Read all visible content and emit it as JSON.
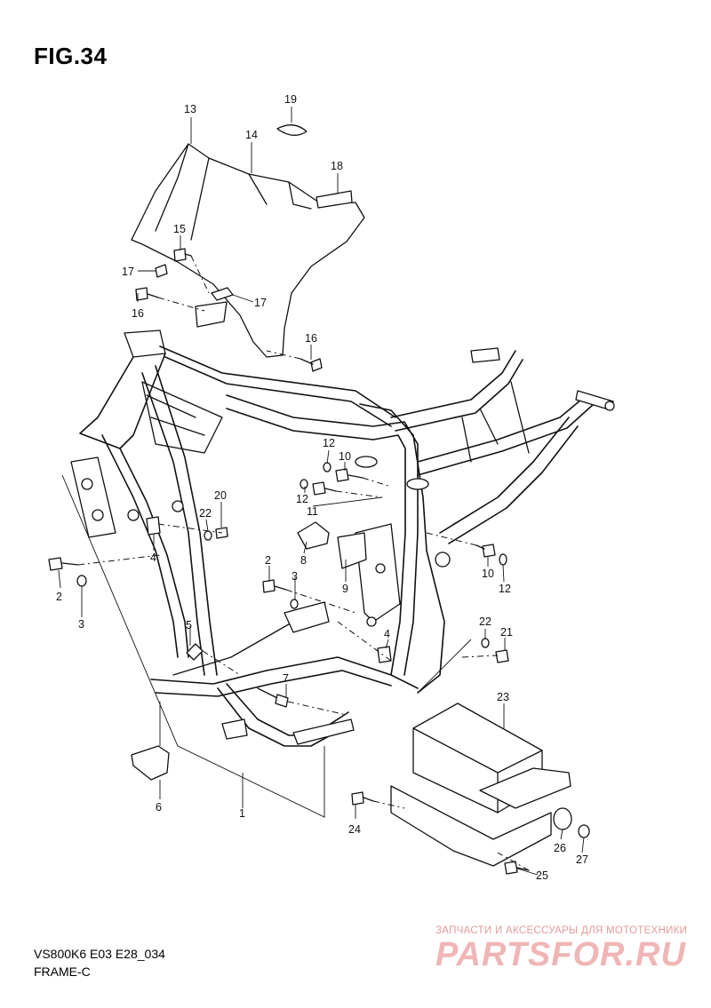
{
  "figure": {
    "title": "FIG.34"
  },
  "footer": {
    "model_code": "VS800K6 E03 E28_034",
    "section_name": "FRAME-C"
  },
  "watermark": {
    "tagline": "ЗАПЧАСТИ И АКСЕССУАРЫ ДЛЯ МОТОТЕХНИКИ",
    "logo": "PARTSFOR.RU"
  },
  "callouts": {
    "c1": "1",
    "c2a": "2",
    "c2b": "2",
    "c3a": "3",
    "c3b": "3",
    "c4a": "4",
    "c4b": "4",
    "c5": "5",
    "c6": "6",
    "c7": "7",
    "c8": "8",
    "c9": "9",
    "c10a": "10",
    "c10b": "10",
    "c11": "11",
    "c12a": "12",
    "c12b": "12",
    "c12c": "12",
    "c13": "13",
    "c14": "14",
    "c15": "15",
    "c16a": "16",
    "c16b": "16",
    "c17a": "17",
    "c17b": "17",
    "c18": "18",
    "c19": "19",
    "c20": "20",
    "c21": "21",
    "c22a": "22",
    "c22b": "22",
    "c23": "23",
    "c24": "24",
    "c25": "25",
    "c26": "26",
    "c27": "27"
  }
}
